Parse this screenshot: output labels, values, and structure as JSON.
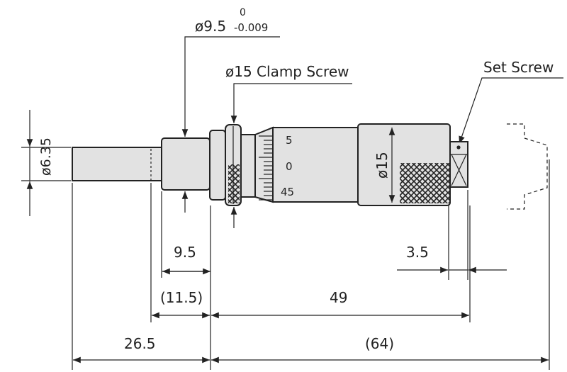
{
  "title": "Micrometer head dimensions",
  "labels": {
    "spindle_dia": "ø6.35",
    "sleeve_dia": "ø9.5",
    "sleeve_tol_upper": "0",
    "sleeve_tol_lower": "-0.009",
    "clamp_screw": "ø15 Clamp Screw",
    "set_screw": "Set Screw",
    "thimble_dia": "ø15",
    "scale_top": "5",
    "scale_mid": "0",
    "scale_bottom": "45"
  },
  "dimensions": {
    "d_9_5": "9.5",
    "d_11_5": "(11.5)",
    "d_26_5": "26.5",
    "d_3_5": "3.5",
    "d_49": "49",
    "d_64": "(64)"
  },
  "colors": {
    "body": "#e2e2e2",
    "line": "#222222"
  }
}
